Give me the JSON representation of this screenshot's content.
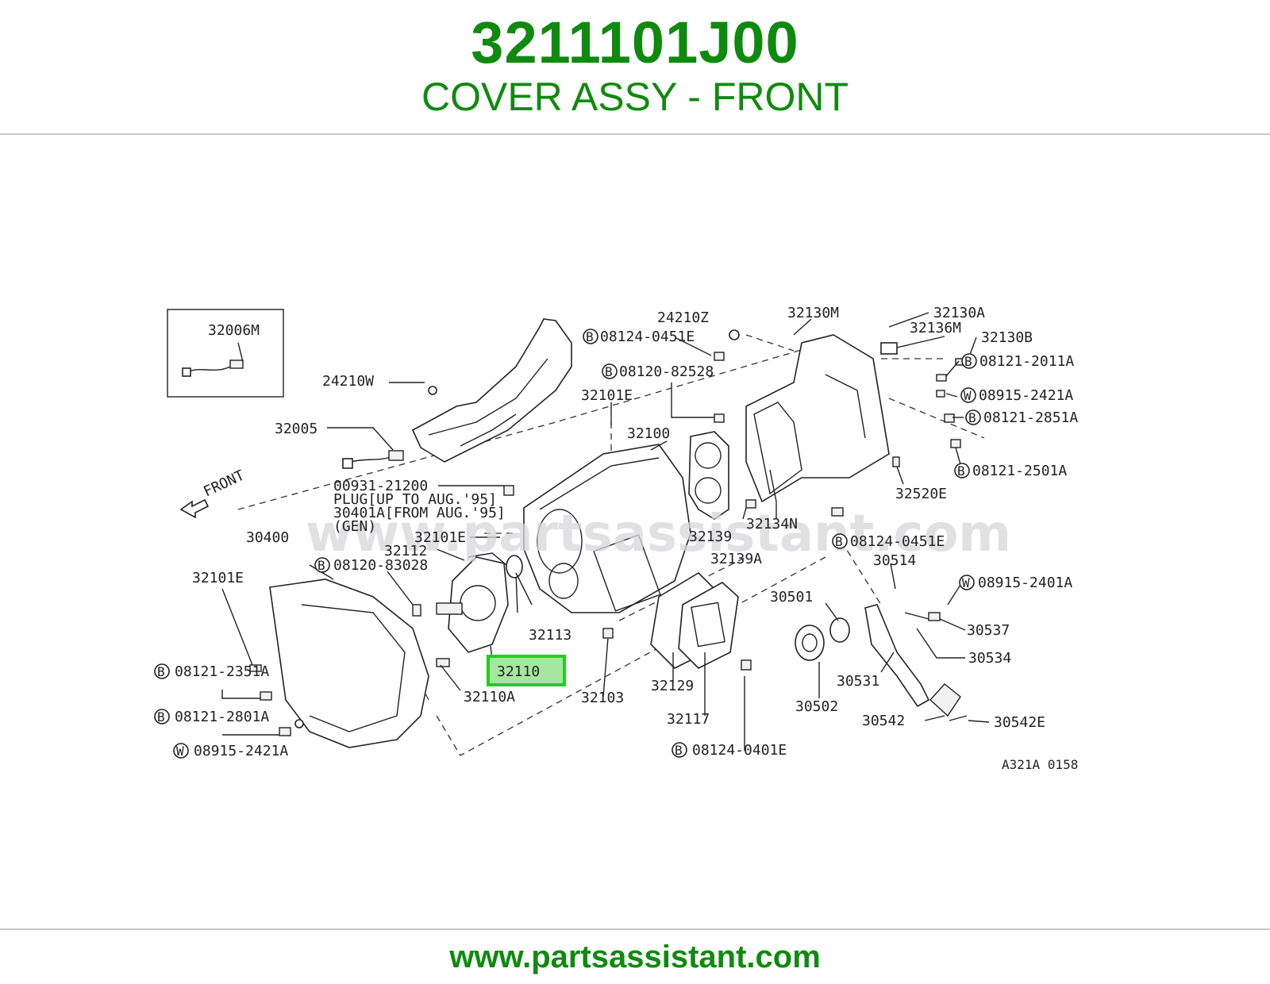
{
  "header": {
    "part_number": "3211101J00",
    "part_name": "COVER ASSY - FRONT"
  },
  "footer": {
    "url": "www.partsassistant.com"
  },
  "colors": {
    "brand_green": "#0f8a0f",
    "highlight_fill": "#a6e6a0",
    "highlight_border": "#1fcf1f",
    "rule": "#c8c8c8"
  },
  "diagram": {
    "watermark": "www.partsassistant.com",
    "figure_code": "A321A 0158",
    "front_label": "FRONT",
    "highlighted_part": "32110",
    "inset_label": "32006M",
    "labels": {
      "l24210W": "24210W",
      "l32005": "32005",
      "l24210Z": "24210Z",
      "l08124_0451E_top": "08124-0451E",
      "l08120_82528": "08120-82528",
      "l32101E_top": "32101E",
      "l32100": "32100",
      "l32130M": "32130M",
      "l32130A": "32130A",
      "l32136M": "32136M",
      "l32130B": "32130B",
      "l08121_2011A": "08121-2011A",
      "l08915_2421A_right": "08915-2421A",
      "l08121_2851A": "08121-2851A",
      "l08121_2501A": "08121-2501A",
      "l32520E": "32520E",
      "l00931_21200": "00931-21200",
      "plug_line1": "PLUG[UP TO AUG.'95]",
      "plug_line2": "30401A[FROM AUG.'95]",
      "plug_line3": "(GEN)",
      "l32101E_mid": "32101E",
      "l32112": "32112",
      "l08120_83028": "08120-83028",
      "l30400": "30400",
      "l32101E_left": "32101E",
      "l32139": "32139",
      "l32139A": "32139A",
      "l32134N": "32134N",
      "l08124_0451E_right": "08124-0451E",
      "l30514": "30514",
      "l08915_2401A": "08915-2401A",
      "l30501": "30501",
      "l30537": "30537",
      "l30534": "30534",
      "l30531": "30531",
      "l30502": "30502",
      "l30542": "30542",
      "l30542E": "30542E",
      "l32113": "32113",
      "l32103": "32103",
      "l32129": "32129",
      "l32117": "32117",
      "l08124_0401E": "08124-0401E",
      "l32110A": "32110A",
      "l08121_2351A": "08121-2351A",
      "l08121_2801A": "08121-2801A",
      "l08915_2421A_left": "08915-2421A"
    },
    "badges": {
      "bolt": "B",
      "washer": "W"
    }
  }
}
